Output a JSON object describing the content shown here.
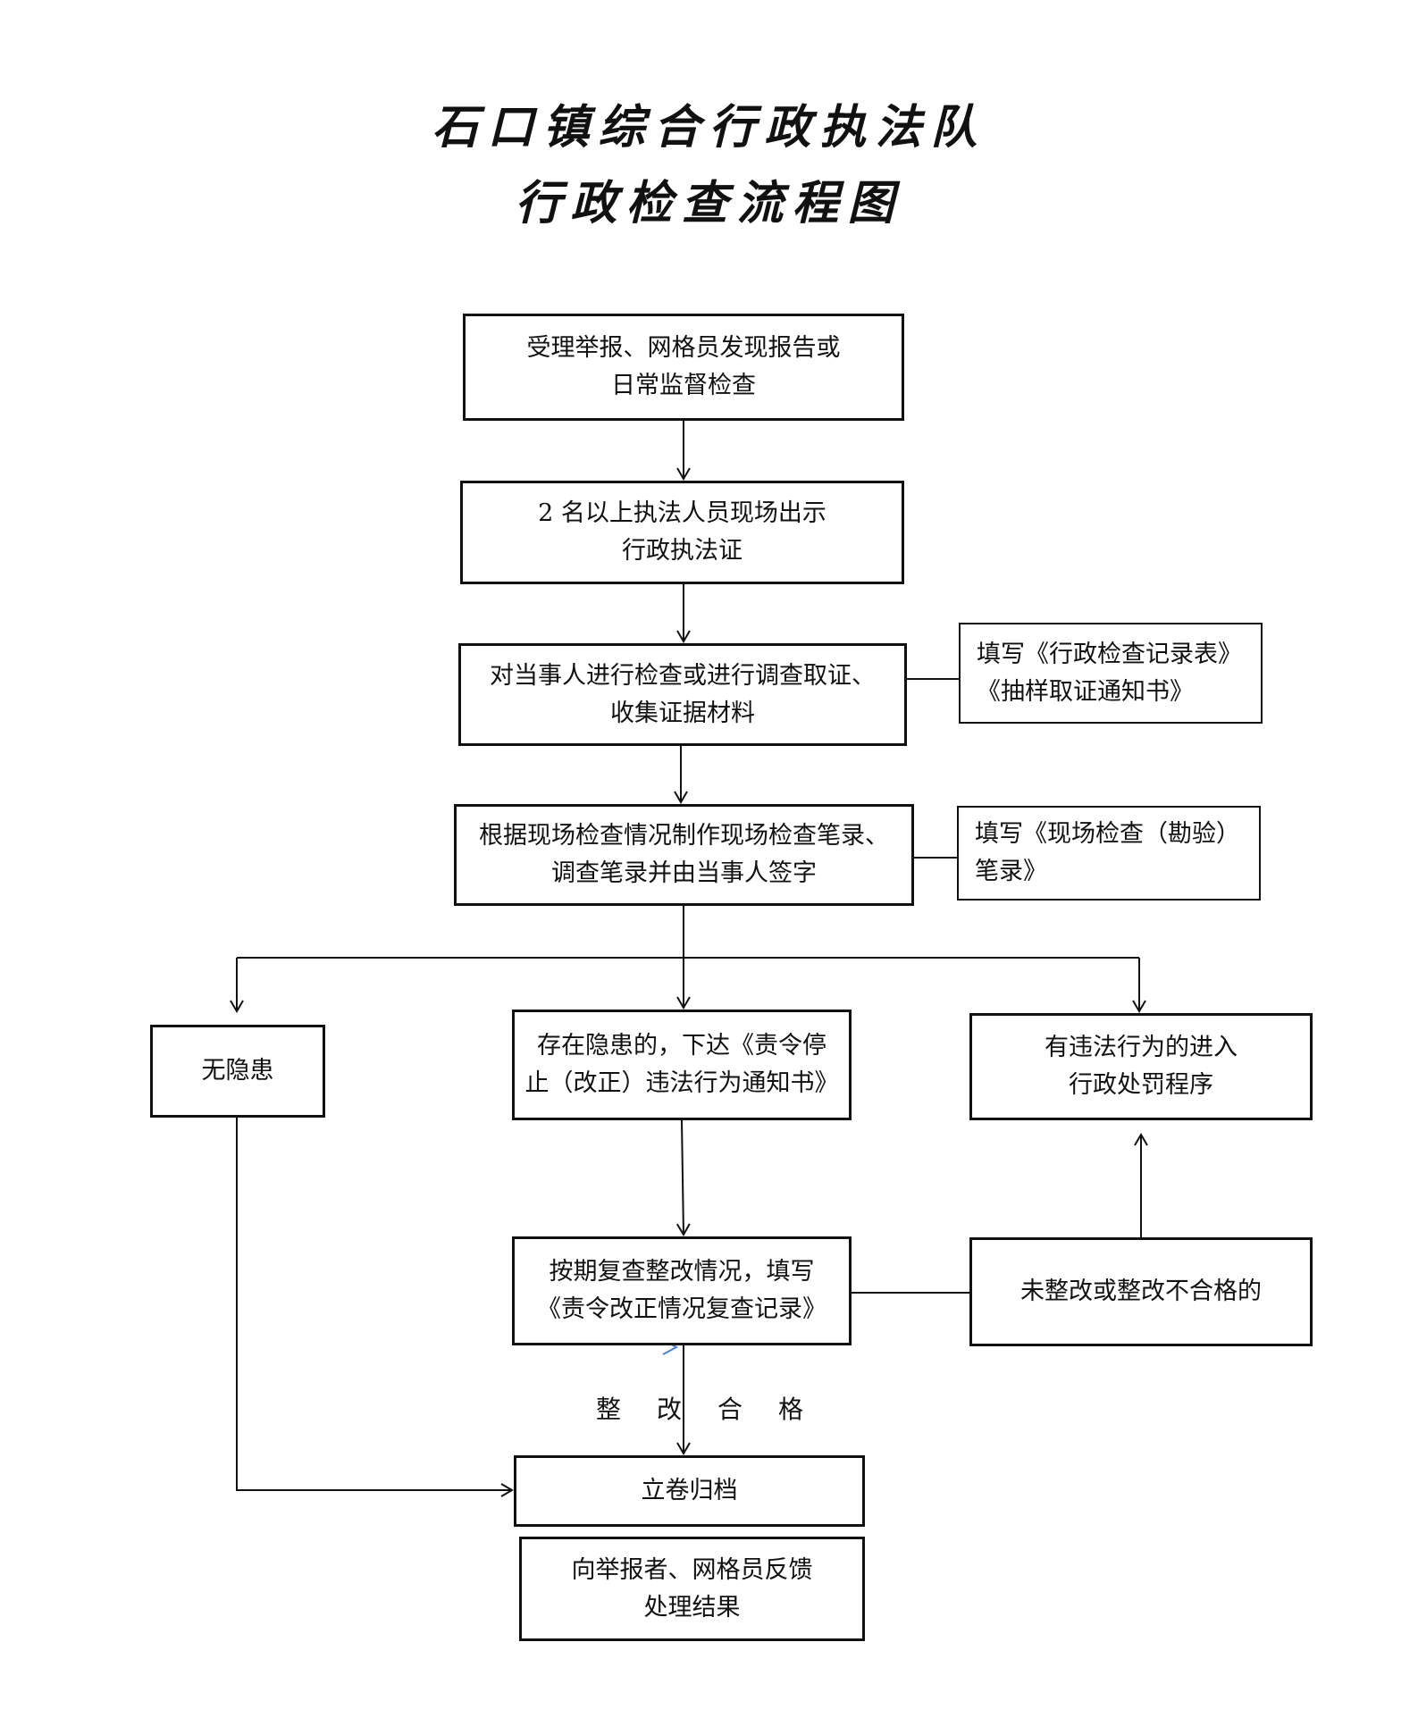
{
  "title": {
    "line1": "石口镇综合行政执法队",
    "line2": "行政检查流程图"
  },
  "nodes": {
    "start": [
      "受理举报、网格员发现报告或",
      "日常监督检查"
    ],
    "show_cert": [
      "2 名以上执法人员现场出示",
      "行政执法证"
    ],
    "inspect": [
      "对当事人进行检查或进行调查取证、",
      "收集证据材料"
    ],
    "inspect_note": [
      "填写《行政检查记录表》",
      "《抽样取证通知书》"
    ],
    "record": [
      "根据现场检查情况制作现场检查笔录、",
      "调查笔录并由当事人签字"
    ],
    "record_note": [
      "填写《现场检查（勘验）",
      "笔录》"
    ],
    "no_hazard": [
      "无隐患"
    ],
    "hazard": [
      "存在隐患的，下达《责令停",
      "止（改正）违法行为通知书》"
    ],
    "penalty": [
      "有违法行为的进入",
      "行政处罚程序"
    ],
    "recheck": [
      "按期复查整改情况，填写",
      "《责令改正情况复查记录》"
    ],
    "failed": [
      "未整改或整改不合格的"
    ],
    "archive": [
      "立卷归档"
    ],
    "feedback": [
      "向举报者、网格员反馈",
      "处理结果"
    ]
  },
  "edge_labels": {
    "passed": "整改合格"
  }
}
